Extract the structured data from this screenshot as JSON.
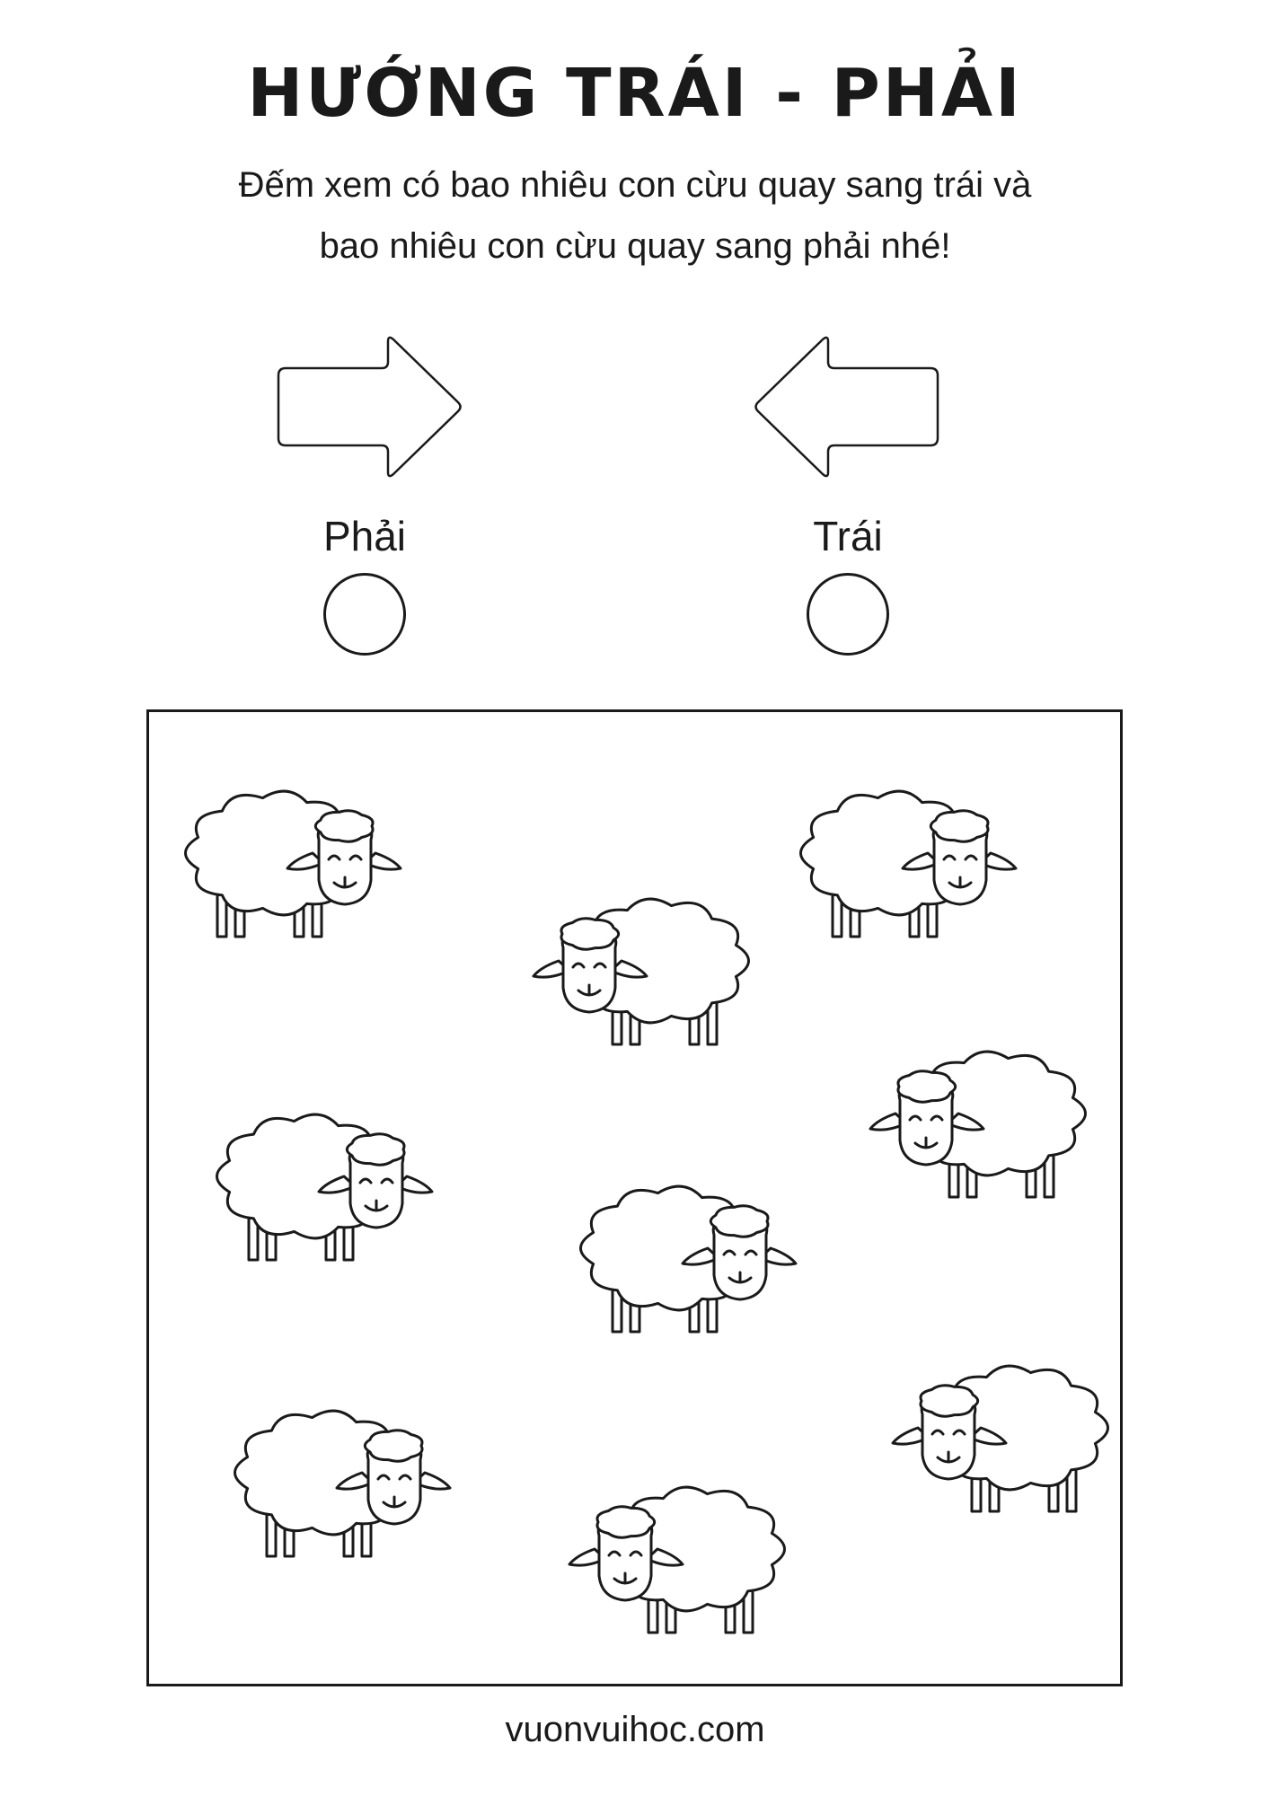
{
  "worksheet": {
    "title": "HƯỚNG TRÁI - PHẢI",
    "instructions": [
      "Đếm xem có bao nhiêu con cừu quay sang trái và",
      "bao nhiêu con cừu quay sang phải nhé!"
    ],
    "directions": {
      "right_label": "Phải",
      "left_label": "Trái",
      "right_arrow_icon": "arrow-right-icon",
      "left_arrow_icon": "arrow-left-icon"
    },
    "sheep": [
      {
        "facing": "right"
      },
      {
        "facing": "left"
      },
      {
        "facing": "right"
      },
      {
        "facing": "left"
      },
      {
        "facing": "right"
      },
      {
        "facing": "right"
      },
      {
        "facing": "left"
      },
      {
        "facing": "right"
      },
      {
        "facing": "left"
      }
    ],
    "footer": "vuonvuihoc.com",
    "colors": {
      "ink": "#1a1a1a",
      "paper": "#ffffff"
    }
  }
}
